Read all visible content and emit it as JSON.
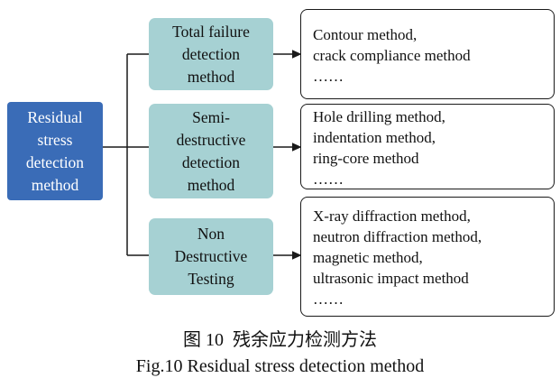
{
  "diagram": {
    "root_label": "Residual\nstress\ndetection\nmethod",
    "branches": [
      {
        "label": "Total failure\ndetection\nmethod",
        "methods": "Contour method,\ncrack compliance method\n……"
      },
      {
        "label": "Semi-\ndestructive\ndetection\nmethod",
        "methods": "Hole drilling method,\nindentation method,\nring-core method\n……"
      },
      {
        "label": "Non\nDestructive\nTesting",
        "methods": "X-ray diffraction method,\nneutron diffraction method,\nmagnetic method,\nultrasonic impact method\n……"
      }
    ],
    "colors": {
      "root_fill": "#3a6cb7",
      "root_text": "#ffffff",
      "branch_fill": "#a6d1d3",
      "branch_text": "#111111",
      "line": "#1a1a1a",
      "method_box_border": "#1a1a1a"
    }
  },
  "caption": {
    "zh": "图 10  残余应力检测方法",
    "en": "Fig.10 Residual stress detection method"
  }
}
